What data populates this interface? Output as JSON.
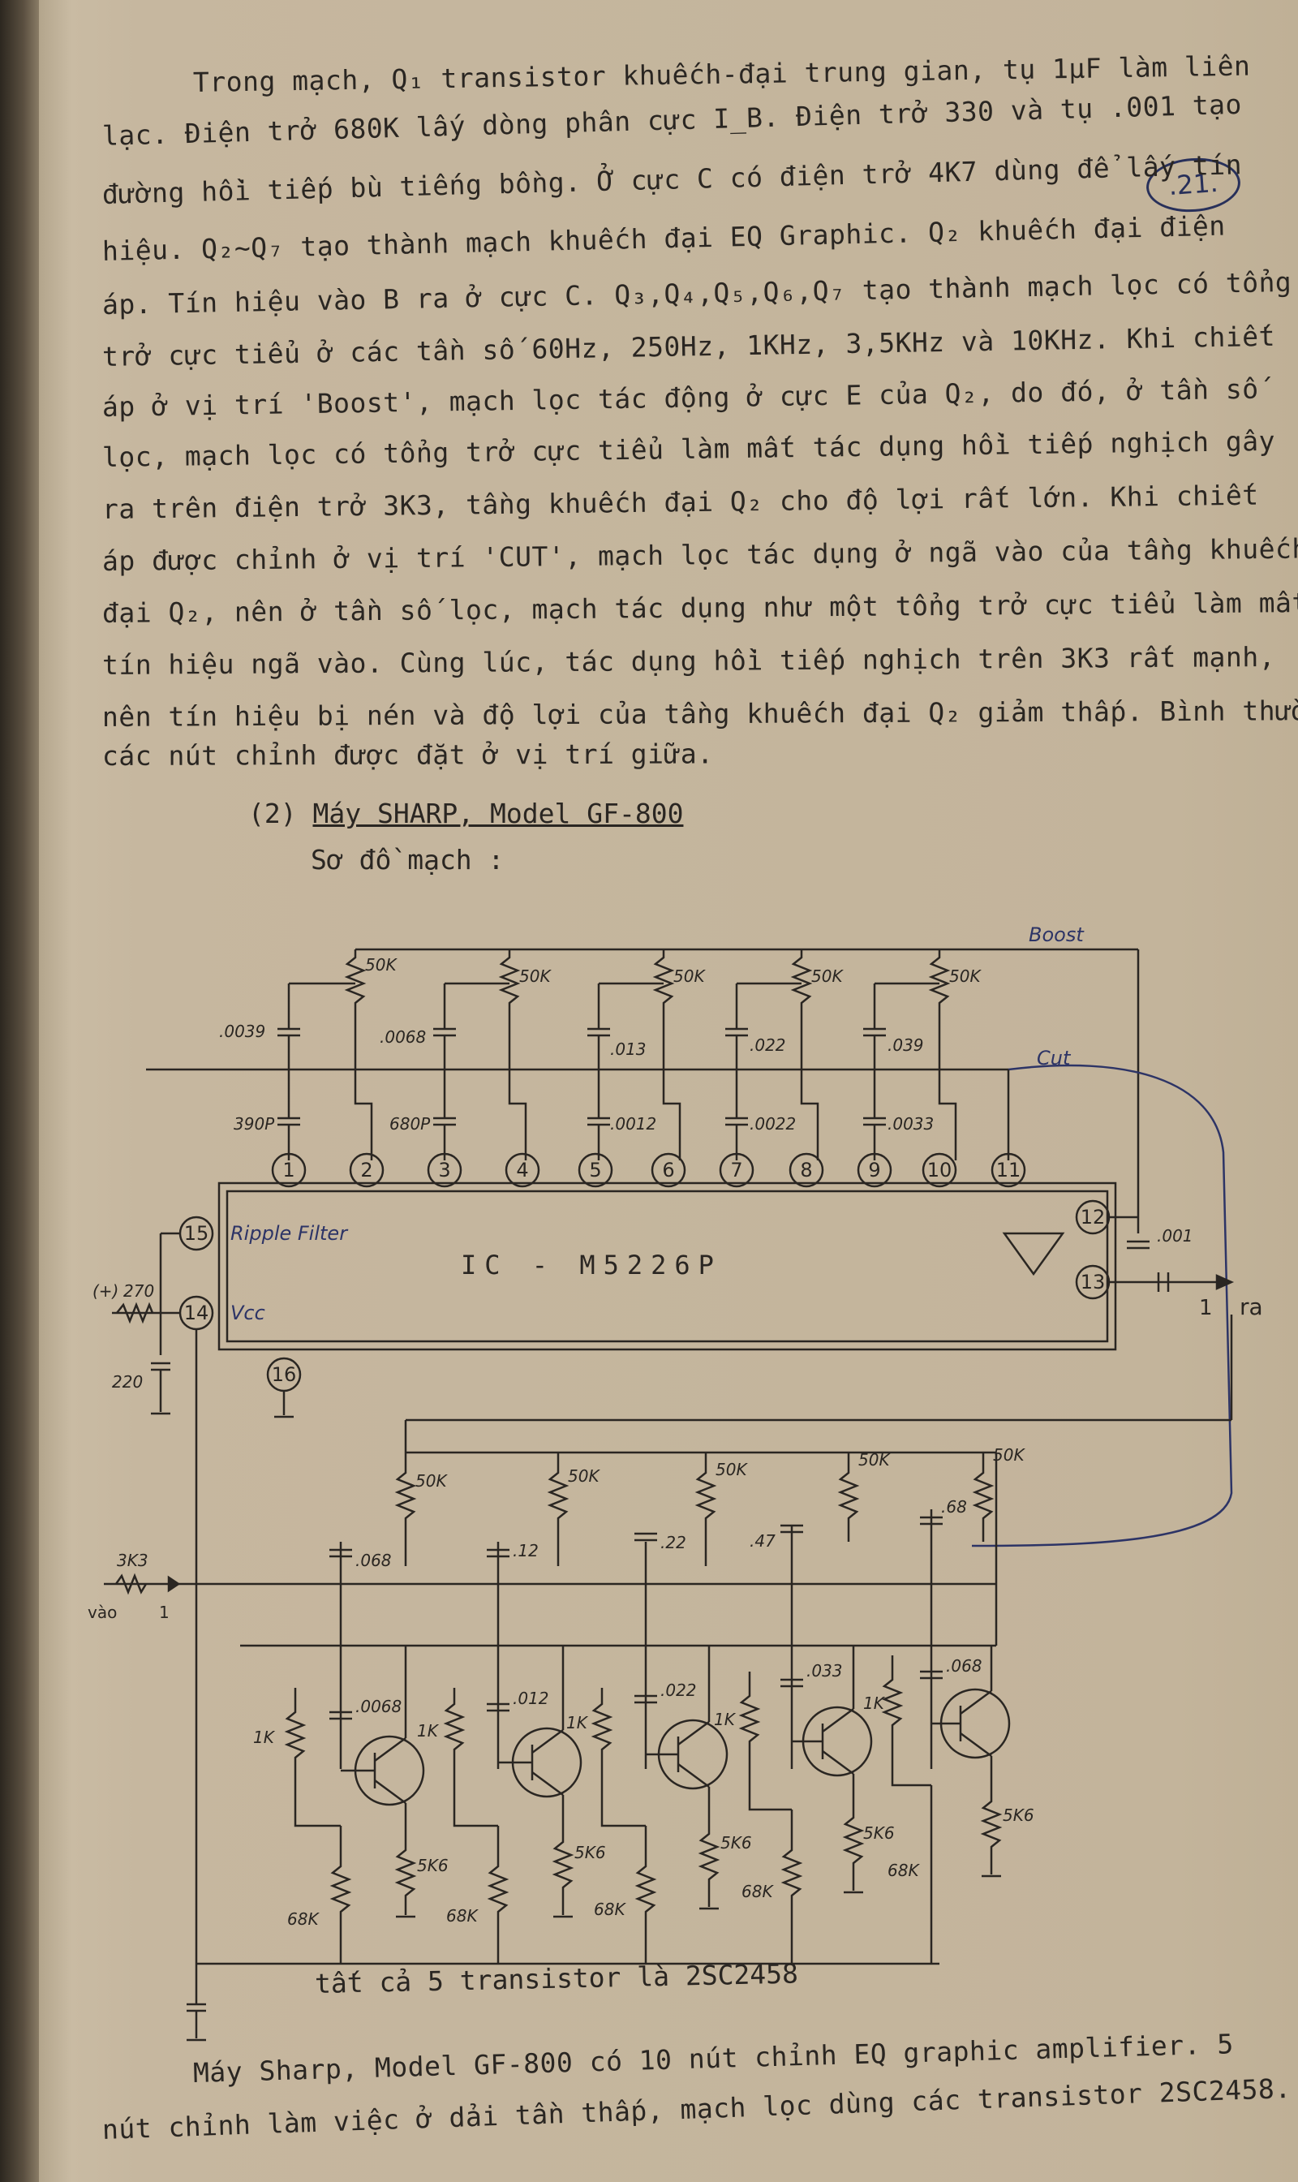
{
  "page_number": ".21.",
  "paragraph1": [
    "Trong mạch, Q₁ transistor khuếch-đại trung gian, tụ 1μF làm liên",
    "lạc. Điện trở 680K lấy dòng phân cực I_B. Điện trở 330 và tụ .001 tạo",
    "đường hồi tiếp bù tiếng bồng. Ở cực C có điện trở 4K7 dùng để lấy tín",
    "hiệu. Q₂~Q₇ tạo thành mạch khuếch đại EQ Graphic. Q₂ khuếch đại điện",
    "áp. Tín hiệu vào B ra ở cực C. Q₃,Q₄,Q₅,Q₆,Q₇ tạo thành mạch lọc có tổng",
    "trở cực tiểu ở các tần số 60Hz, 250Hz, 1KHz, 3,5KHz và 10KHz. Khi chiết",
    "áp ở vị trí 'Boost', mạch lọc tác động ở cực E của Q₂, do đó, ở tần số",
    "lọc, mạch lọc có tổng trở cực tiểu làm mất tác dụng hồi tiếp nghịch gây",
    "ra trên điện trở 3K3, tầng khuếch đại Q₂ cho độ lợi rất lớn. Khi chiết",
    "áp được chỉnh ở vị trí 'CUT', mạch lọc tác dụng ở ngã vào của tầng khuếch",
    "đại Q₂, nên ở tần số lọc, mạch tác dụng như một tổng trở cực tiểu làm mất",
    "tín hiệu ngã vào. Cùng lúc, tác dụng hồi tiếp nghịch trên 3K3 rất mạnh,",
    "nên tín hiệu bị nén và độ lợi của tầng khuếch đại Q₂ giảm thấp. Bình thường",
    "các nút chỉnh được đặt ở vị trí giữa."
  ],
  "section": {
    "number": "(2)",
    "title": "Máy SHARP, Model GF-800",
    "subtitle": "Sơ đồ mạch :"
  },
  "circuit": {
    "ic_label": "IC - M5226P",
    "pins": [
      "1",
      "2",
      "3",
      "4",
      "5",
      "6",
      "7",
      "8",
      "9",
      "10",
      "11",
      "12",
      "13",
      "14",
      "15",
      "16"
    ],
    "pin15_label": "Ripple Filter",
    "pin14_label": "Vcc",
    "boost_label": "Boost",
    "cut_label": "Cut",
    "pot_labels": [
      "50K",
      "50K",
      "50K",
      "50K",
      "50K"
    ],
    "top_caps": [
      ".0039",
      ".0068",
      ".013",
      ".022",
      ".039"
    ],
    "bottom_caps": [
      "390P",
      "680P",
      ".0012",
      ".0022",
      ".0033"
    ],
    "out_cap": ".001",
    "out_label": "ra",
    "out_num": "1",
    "supply_plus": "(+)",
    "supply_res": "270",
    "supply_cap": "220",
    "in_res": "3K3",
    "in_label": "vào",
    "in_num": "1",
    "lower_pot_labels": [
      "50K",
      "50K",
      "50K",
      "50K",
      "50K"
    ],
    "lower_top_caps": [
      ".068",
      ".12",
      ".22",
      ".47",
      ".68"
    ],
    "lower_base_caps": [
      ".0068",
      ".012",
      ".022",
      ".033",
      ".068"
    ],
    "res_1k": [
      "1K",
      "1K",
      "1K",
      "1K",
      "1K"
    ],
    "res_5k6": [
      "5K6",
      "5K6",
      "5K6",
      "5K6",
      "5K6"
    ],
    "res_68k": [
      "68K",
      "68K",
      "68K",
      "68K",
      "68K"
    ],
    "transistor_note": "tất cả 5 transistor là 2SC2458"
  },
  "paragraph2": [
    "Máy Sharp, Model GF-800 có 10 nút chỉnh EQ graphic amplifier. 5",
    "nút chỉnh làm việc ở dải tần thấp, mạch lọc dùng các transistor 2SC2458."
  ]
}
